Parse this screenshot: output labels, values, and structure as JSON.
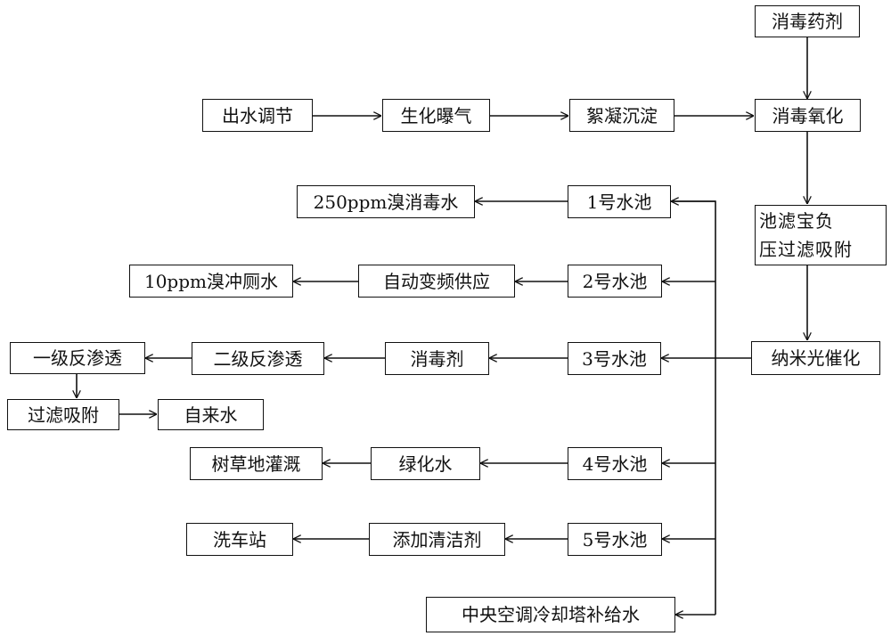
{
  "nodes": {
    "disinfectant_agent": "消毒药剂",
    "outlet_adjust": "出水调节",
    "bio_aeration": "生化曝气",
    "flocculation": "絮凝沉淀",
    "disinfection_oxidation": "消毒氧化",
    "negative_pressure_filter": "池滤宝负\n压过滤吸附",
    "nano_photocatalysis": "纳米光催化",
    "pool_1": "1号水池",
    "pool_2": "2号水池",
    "pool_3": "3号水池",
    "pool_4": "4号水池",
    "pool_5": "5号水池",
    "disinfect_water_250": "250ppm溴消毒水",
    "auto_vfd_supply": "自动变频供应",
    "toilet_flush_10": "10ppm溴冲厕水",
    "disinfectant": "消毒剂",
    "second_ro": "二级反渗透",
    "first_ro": "一级反渗透",
    "filter_adsorb": "过滤吸附",
    "tap_water": "自来水",
    "greening_water": "绿化水",
    "lawn_irrigation": "树草地灌溉",
    "add_detergent": "添加清洁剂",
    "car_wash": "洗车站",
    "cooling_tower": "中央空调冷却塔补给水"
  }
}
